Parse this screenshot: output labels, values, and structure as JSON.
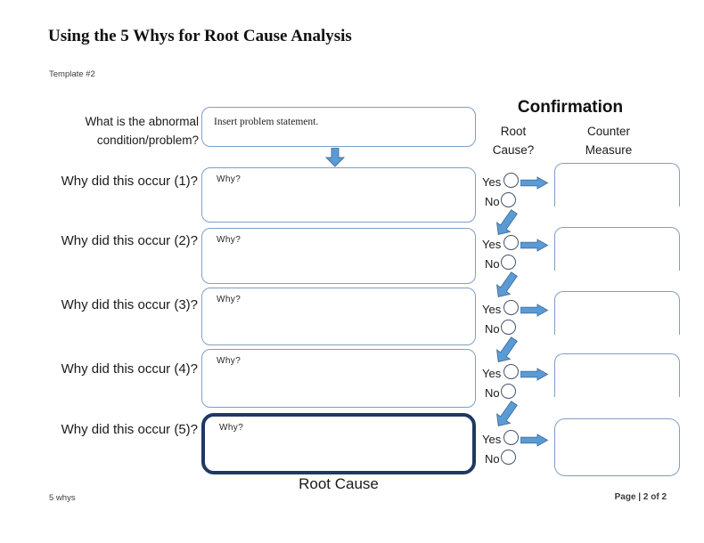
{
  "window": {
    "title": "Using the 5 Whys for Root Cause Analysis",
    "template_label": "Template #2"
  },
  "problem": {
    "label_line1": "What is the abnormal",
    "label_line2": "condition/problem?",
    "box_hint": "Insert problem statement."
  },
  "confirmation": {
    "heading": "Confirmation",
    "root_cause_header_line1": "Root",
    "root_cause_header_line2": "Cause?",
    "counter_measure_header_line1": "Counter",
    "counter_measure_header_line2": "Measure",
    "yes_label": "Yes",
    "no_label": "No"
  },
  "rows": [
    {
      "label": "Why did this occur (1)?",
      "box_hint": "Why?"
    },
    {
      "label": "Why did this occur (2)?",
      "box_hint": "Why?"
    },
    {
      "label": "Why did this occur (3)?",
      "box_hint": "Why?"
    },
    {
      "label": "Why did this occur (4)?",
      "box_hint": "Why?"
    },
    {
      "label": "Why did this occur (5)?",
      "box_hint": "Why?"
    }
  ],
  "root_cause_caption": "Root Cause",
  "footer": {
    "left": "5 whys",
    "right": "Page | 2 of 2"
  },
  "colors": {
    "box_border": "#7f9ec6",
    "root_box_border": "#1f3864",
    "arrow_fill": "#5b9bd5",
    "arrow_stroke": "#41719c",
    "circle_stroke": "#44546a"
  }
}
